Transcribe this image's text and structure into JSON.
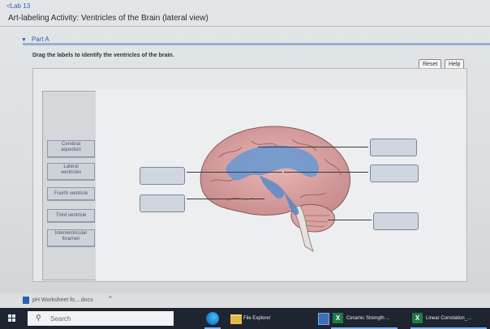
{
  "header": {
    "back_link": "<Lab 13",
    "title": "Art-labeling Activity: Ventricles of the Brain (lateral view)"
  },
  "part": {
    "label": "Part A"
  },
  "instructions": "Drag the labels to identify the ventricles of the brain.",
  "buttons": {
    "reset": "Reset",
    "help": "Help"
  },
  "labels": [
    {
      "line1": "Cerebral",
      "line2": "aqueduct"
    },
    {
      "line1": "Lateral",
      "line2": "ventricles"
    },
    {
      "line1": "Fourth ventricle",
      "line2": ""
    },
    {
      "line1": "Third ventricle",
      "line2": ""
    },
    {
      "line1": "Interventricular",
      "line2": "foramen"
    }
  ],
  "downloads": {
    "file_name": "pH Worksheet fo....docx",
    "caret": "^"
  },
  "taskbar": {
    "search_placeholder": "Search",
    "file_explorer": "File Explorer",
    "excel_1": "Ceramic Strength ...",
    "excel_2": "Linear Correlation_..."
  }
}
